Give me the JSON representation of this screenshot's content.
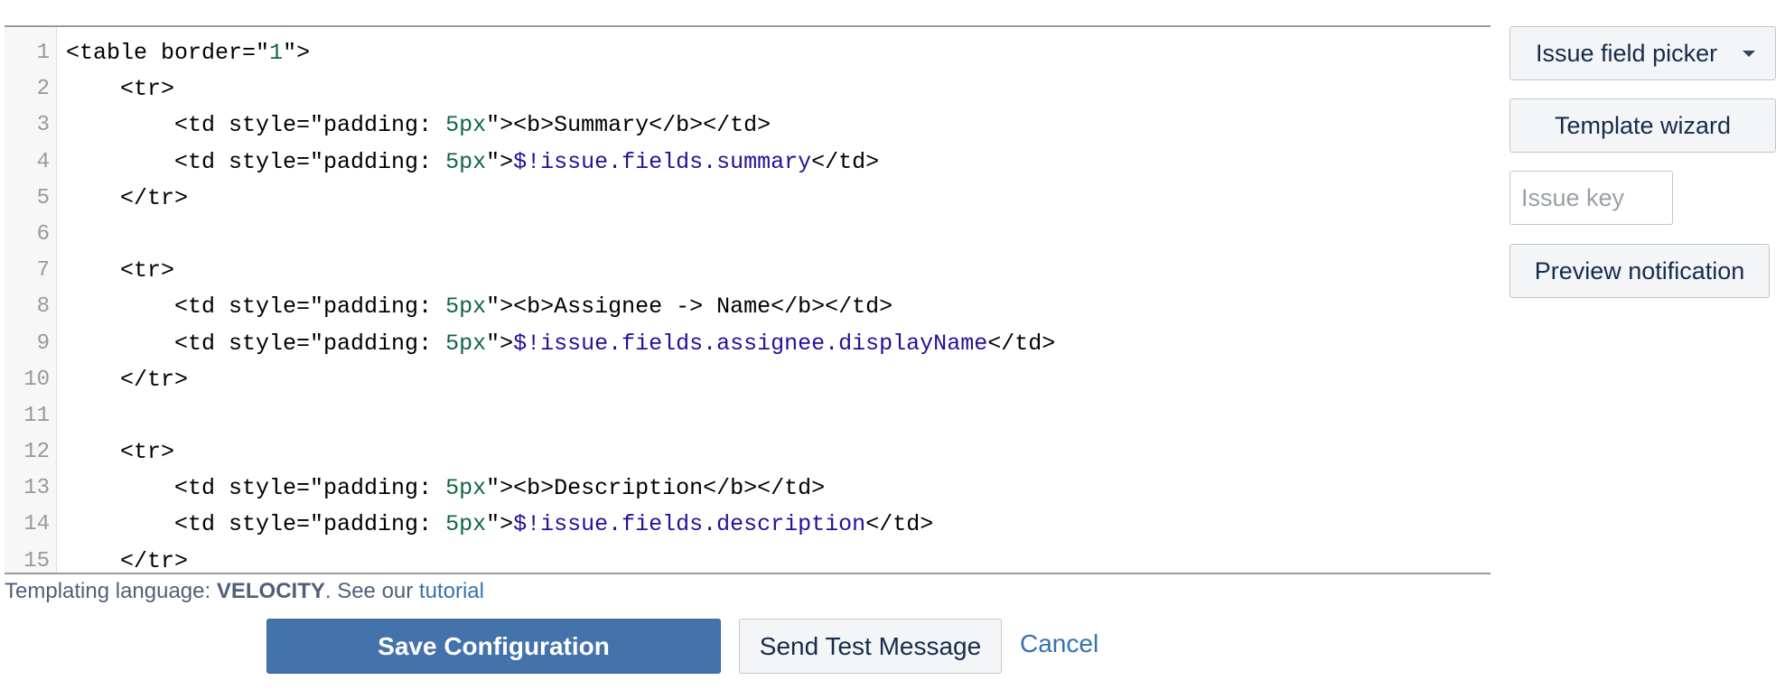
{
  "editor": {
    "lines": [
      {
        "no": "1",
        "tokens": [
          {
            "t": "<table border=",
            "c": "tag"
          },
          {
            "t": "\"",
            "c": "str"
          },
          {
            "t": "1",
            "c": "num"
          },
          {
            "t": "\">",
            "c": "tag"
          }
        ]
      },
      {
        "no": "2",
        "tokens": [
          {
            "t": "    <tr>",
            "c": "tag"
          }
        ]
      },
      {
        "no": "3",
        "tokens": [
          {
            "t": "        <td style=\"padding: ",
            "c": "tag"
          },
          {
            "t": "5px",
            "c": "num"
          },
          {
            "t": "\"><b>Summary</b></td>",
            "c": "tag"
          }
        ]
      },
      {
        "no": "4",
        "tokens": [
          {
            "t": "        <td style=\"padding: ",
            "c": "tag"
          },
          {
            "t": "5px",
            "c": "num"
          },
          {
            "t": "\">",
            "c": "tag"
          },
          {
            "t": "$!issue.fields.summary",
            "c": "var"
          },
          {
            "t": "</td>",
            "c": "tag"
          }
        ]
      },
      {
        "no": "5",
        "tokens": [
          {
            "t": "    </tr>",
            "c": "tag"
          }
        ]
      },
      {
        "no": "6",
        "tokens": []
      },
      {
        "no": "7",
        "tokens": [
          {
            "t": "    <tr>",
            "c": "tag"
          }
        ]
      },
      {
        "no": "8",
        "tokens": [
          {
            "t": "        <td style=\"padding: ",
            "c": "tag"
          },
          {
            "t": "5px",
            "c": "num"
          },
          {
            "t": "\"><b>Assignee -> Name</b></td>",
            "c": "tag"
          }
        ]
      },
      {
        "no": "9",
        "tokens": [
          {
            "t": "        <td style=\"padding: ",
            "c": "tag"
          },
          {
            "t": "5px",
            "c": "num"
          },
          {
            "t": "\">",
            "c": "tag"
          },
          {
            "t": "$!issue.fields.assignee.displayName",
            "c": "var"
          },
          {
            "t": "</td>",
            "c": "tag"
          }
        ]
      },
      {
        "no": "10",
        "tokens": [
          {
            "t": "    </tr>",
            "c": "tag"
          }
        ]
      },
      {
        "no": "11",
        "tokens": []
      },
      {
        "no": "12",
        "tokens": [
          {
            "t": "    <tr>",
            "c": "tag"
          }
        ]
      },
      {
        "no": "13",
        "tokens": [
          {
            "t": "        <td style=\"padding: ",
            "c": "tag"
          },
          {
            "t": "5px",
            "c": "num"
          },
          {
            "t": "\"><b>Description</b></td>",
            "c": "tag"
          }
        ]
      },
      {
        "no": "14",
        "tokens": [
          {
            "t": "        <td style=\"padding: ",
            "c": "tag"
          },
          {
            "t": "5px",
            "c": "num"
          },
          {
            "t": "\">",
            "c": "tag"
          },
          {
            "t": "$!issue.fields.description",
            "c": "var"
          },
          {
            "t": "</td>",
            "c": "tag"
          }
        ]
      },
      {
        "no": "15",
        "tokens": [
          {
            "t": "    </tr>",
            "c": "tag"
          }
        ]
      }
    ],
    "colors": {
      "tag": "#000000",
      "num": "#116644",
      "var": "#221199"
    }
  },
  "side_panel": {
    "field_picker_label": "Issue field picker",
    "template_wizard_label": "Template wizard",
    "issue_key_placeholder": "Issue key",
    "issue_key_value": "",
    "preview_label": "Preview notification"
  },
  "templating": {
    "prefix": "Templating language: ",
    "language": "VELOCITY",
    "middle": ". See our ",
    "link_label": "tutorial"
  },
  "actions": {
    "save_label": "Save Configuration",
    "test_label": "Send Test Message",
    "cancel_label": "Cancel"
  },
  "theme": {
    "primary": "#4472aa",
    "link": "#3572b0"
  }
}
